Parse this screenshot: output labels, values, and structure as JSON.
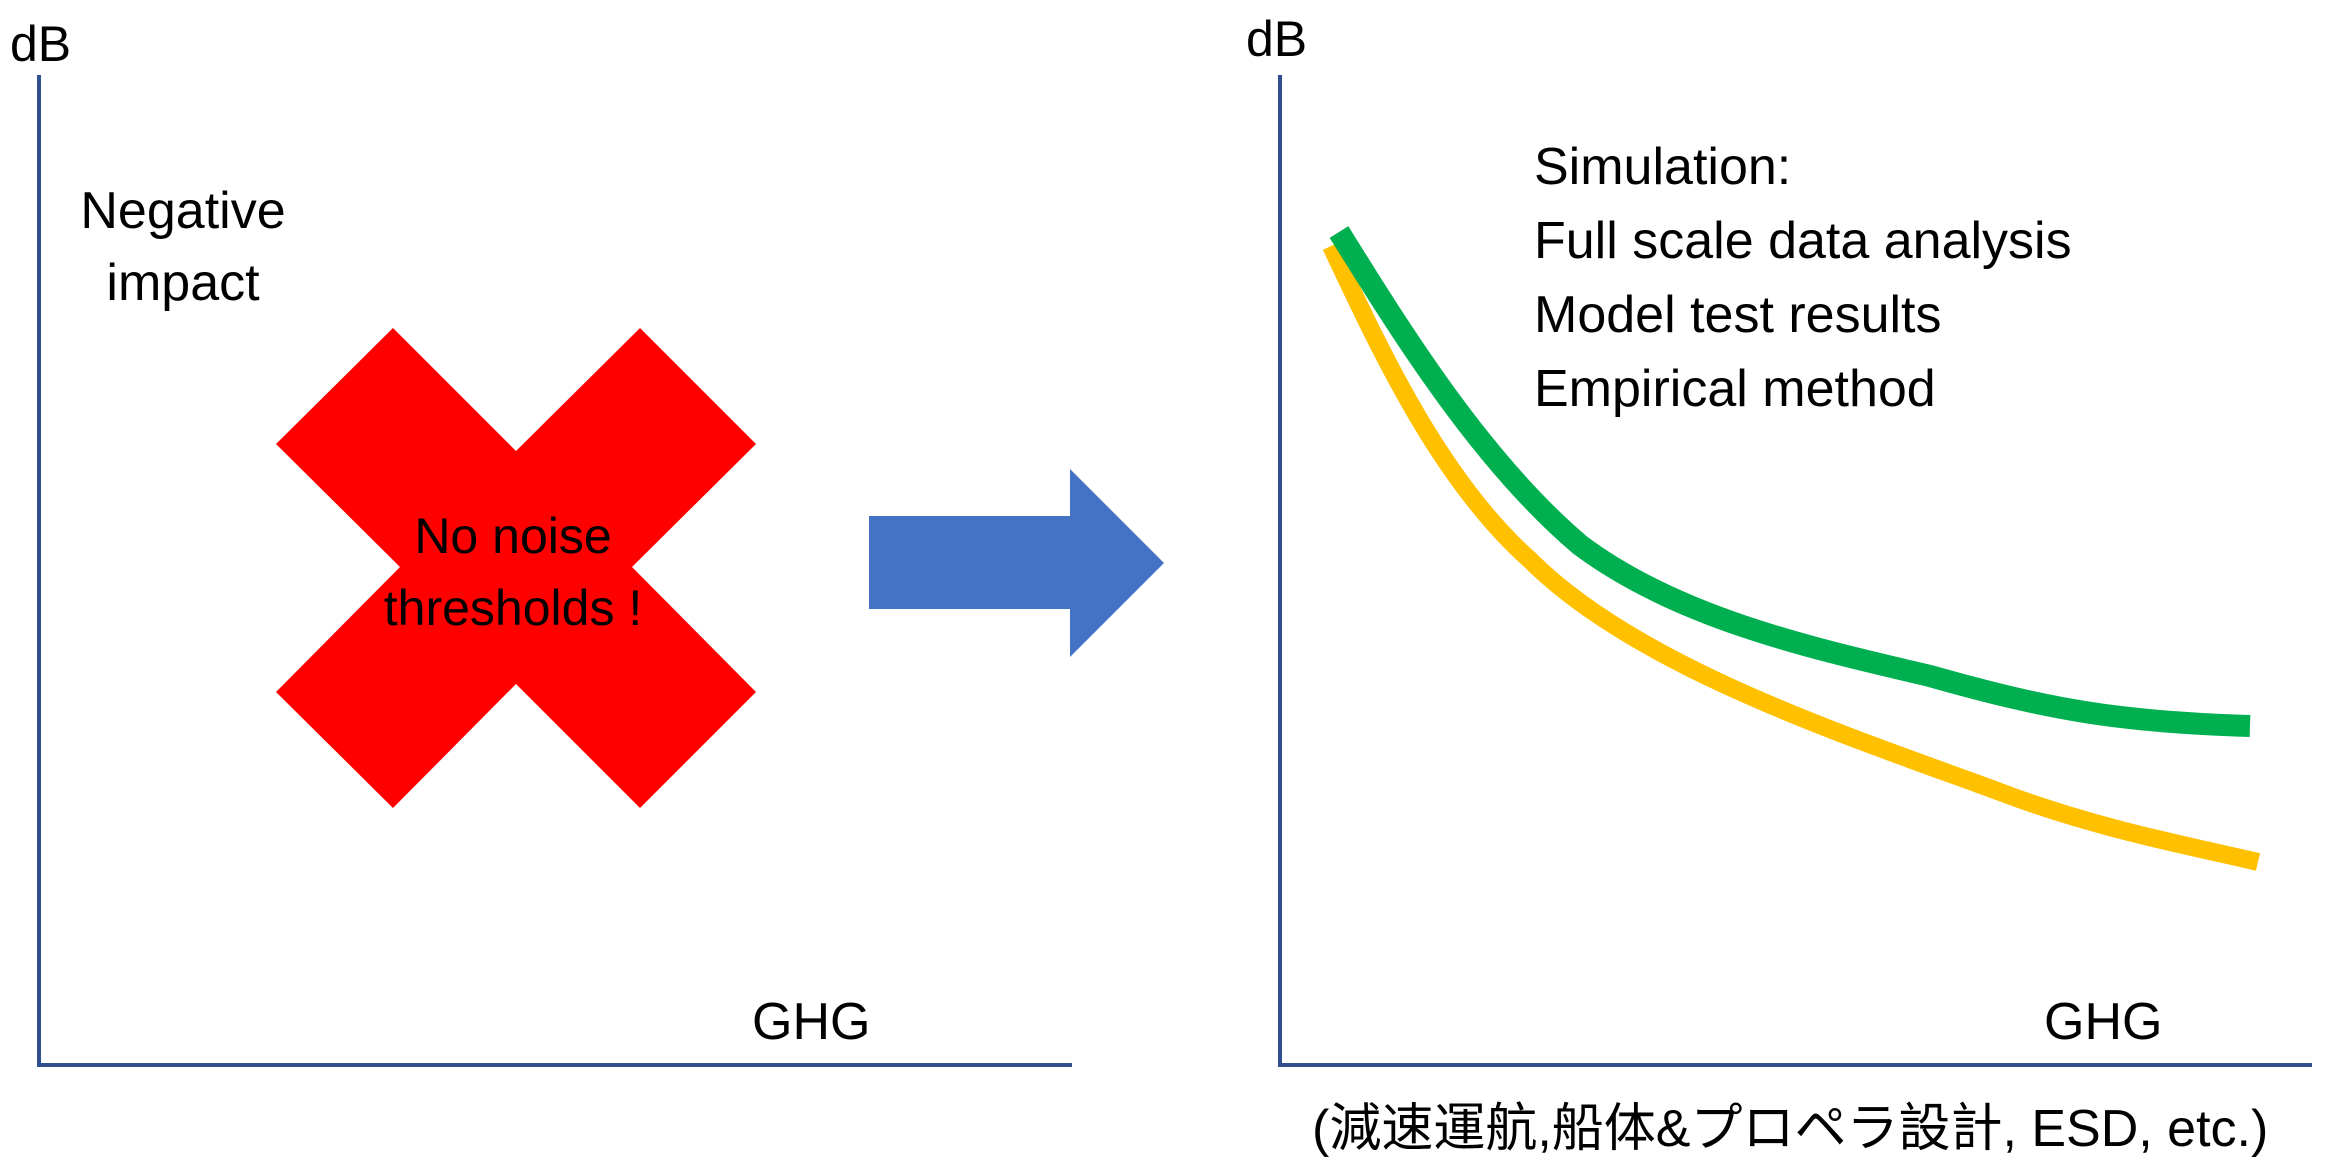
{
  "left_panel": {
    "y_axis_label": "dB",
    "x_axis_label": "GHG",
    "note_line1": "Negative",
    "note_line2": "impact",
    "cross_text_line1": "No noise",
    "cross_text_line2": "thresholds !",
    "cross_color": "#ff0000"
  },
  "arrow": {
    "color": "#4472c4"
  },
  "right_panel": {
    "y_axis_label": "dB",
    "x_axis_label": "GHG",
    "methods": [
      "Simulation:",
      "Full scale data analysis",
      "Model test results",
      "Empirical method"
    ],
    "curve_colors": {
      "upper": "#00b050",
      "lower": "#ffc000"
    },
    "footer": "(減速運航,船体&プロペラ設計, ESD, etc.)"
  },
  "axis_color": "#2f4f8f"
}
